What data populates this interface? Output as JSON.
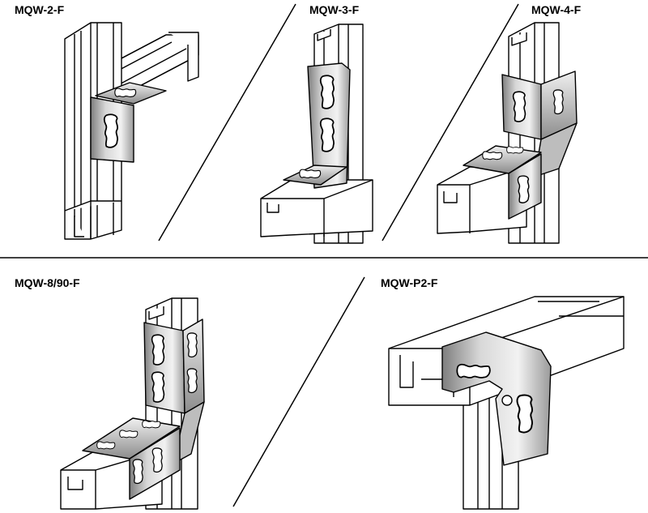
{
  "products": [
    {
      "label": "MQW-2-F"
    },
    {
      "label": "MQW-3-F"
    },
    {
      "label": "MQW-4-F"
    },
    {
      "label": "MQW-8/90-F"
    },
    {
      "label": "MQW-P2-F"
    }
  ],
  "colors": {
    "line": "#000000",
    "channel_fill": "#ffffff",
    "bracket_light": "#e2e2e2",
    "bracket_mid": "#c4c4c4",
    "bracket_dark": "#8f8f8f",
    "slot": "#ffffff"
  }
}
